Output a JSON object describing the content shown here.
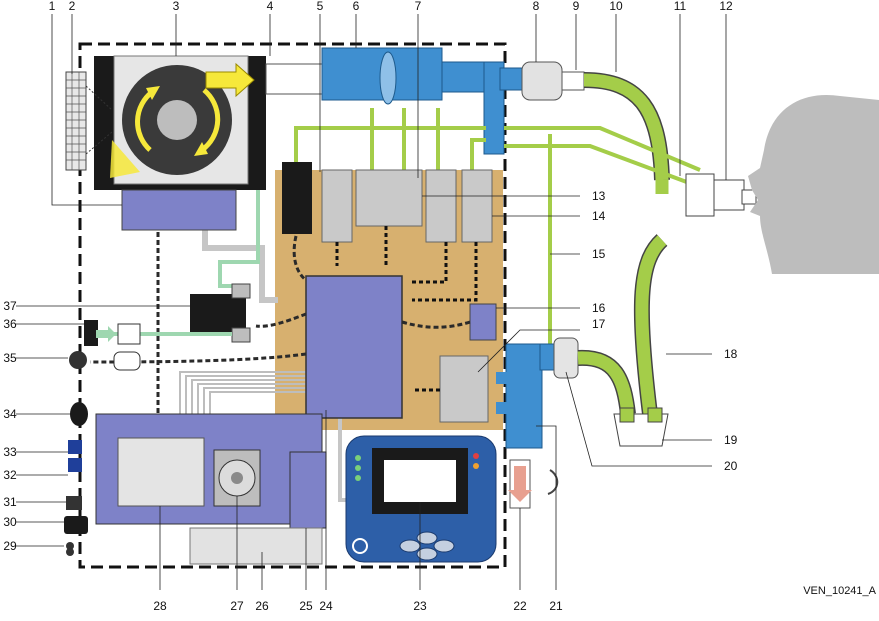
{
  "callouts": [
    "1",
    "2",
    "3",
    "4",
    "5",
    "6",
    "7",
    "8",
    "9",
    "10",
    "11",
    "12",
    "13",
    "14",
    "15",
    "16",
    "17",
    "18",
    "19",
    "20",
    "21",
    "22",
    "23",
    "24",
    "25",
    "26",
    "27",
    "28",
    "29",
    "30",
    "31",
    "32",
    "33",
    "34",
    "35",
    "36",
    "37"
  ],
  "reference_id": "VEN_10241_A",
  "colors": {
    "board": "#d7b06f",
    "processor": "#7e82c8",
    "valve_blue": "#3f8fd0",
    "tubing_green": "#a4cd49",
    "dark": "#222222",
    "grey": "#bcbcbc"
  },
  "icons": {
    "arrow": "yellow-arrow-icon",
    "power": "power-button-icon",
    "face": "patient-profile-icon"
  }
}
